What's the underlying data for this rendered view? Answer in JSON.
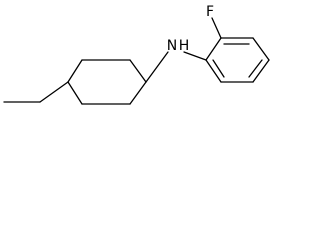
{
  "molecule": {
    "atoms": {
      "nitrogen": "N",
      "hydrogen": "H",
      "fluorine": "F"
    },
    "substituents": {
      "ring_left": "cyclohexyl",
      "ring_right": "phenyl",
      "alkyl_group": "ethyl"
    }
  }
}
